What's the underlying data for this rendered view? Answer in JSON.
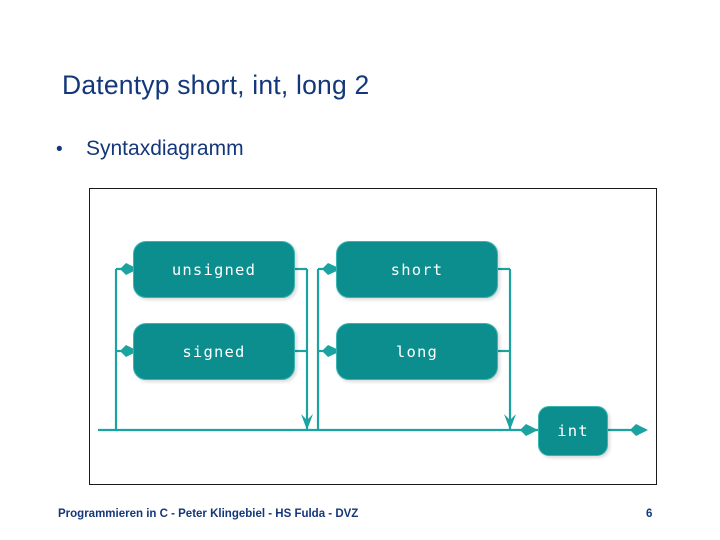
{
  "slide": {
    "title": "Datentyp short, int, long 2",
    "bullet_marker": "•",
    "bullet_text": "Syntaxdiagramm"
  },
  "diagram": {
    "name": "syntax-diagram",
    "nodes": [
      {
        "id": "unsigned",
        "label": "unsigned"
      },
      {
        "id": "short",
        "label": "short"
      },
      {
        "id": "signed",
        "label": "signed"
      },
      {
        "id": "long",
        "label": "long"
      },
      {
        "id": "int",
        "label": "int"
      }
    ]
  },
  "footer": {
    "text": "Programmieren in C - Peter Klingebiel - HS Fulda - DVZ",
    "page": "6"
  },
  "colors": {
    "title_blue": "#13377a",
    "node_fill": "#0d8e8e",
    "node_stroke": "#38b5b0",
    "connector": "#1aa3a0",
    "frame_border": "#1a1a1a",
    "background": "#ffffff"
  }
}
